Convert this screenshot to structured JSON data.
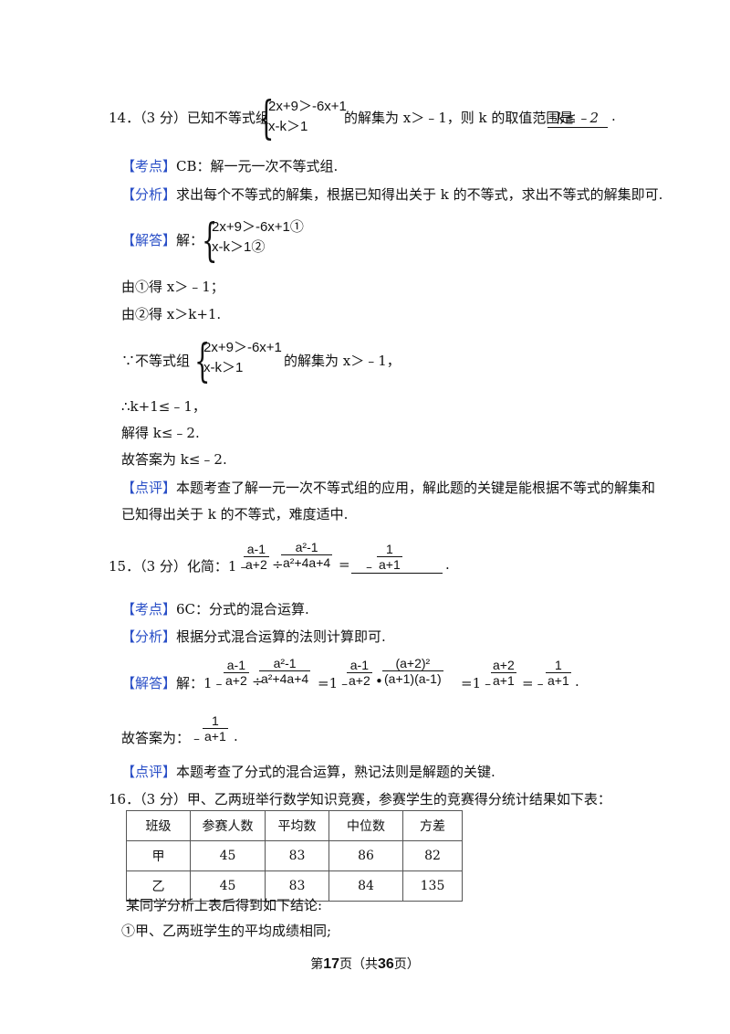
{
  "q14": {
    "number": "14．（3 分）已知不等式组",
    "sys_line1": "2x+9＞-6x+1",
    "sys_line2": "x-k＞1",
    "tail": "的解集为 x＞﹣1，则 k 的取值范围是",
    "answer": "k≤﹣2",
    "end": ".",
    "kaodian_tag": "【考点】",
    "kaodian_text": "CB：解一元一次不等式组.",
    "fenxi_tag": "【分析】",
    "fenxi_text": "求出每个不等式的解集，根据已知得出关于 k 的不等式，求出不等式的解集即可.",
    "jieda_tag": "【解答】",
    "jieda_prefix": "解：",
    "jieda_line1": "2x+9＞-6x+1①",
    "jieda_line2": "x-k＞1②",
    "step1": "由①得 x＞﹣1；",
    "step2": "由②得 x＞k+1.",
    "step3_prefix": "∵不等式组",
    "step3_line1": "2x+9＞-6x+1",
    "step3_line2": "x-k＞1",
    "step3_tail": "的解集为 x＞﹣1，",
    "step4": "∴k+1≤﹣1，",
    "step5": "解得 k≤﹣2.",
    "step6": "故答案为 k≤﹣2.",
    "dianping_tag": "【点评】",
    "dianping_text1": "本题考查了解一元一次不等式组的应用，解此题的关键是能根据不等式的解集和",
    "dianping_text2": "已知得出关于 k 的不等式，难度适中."
  },
  "q15": {
    "number": "15．（3 分）化简：1﹣",
    "f1_num": "a-1",
    "f1_den": "a+2",
    "div": "÷",
    "f2_num": "a²-1",
    "f2_den": "a²+4a+4",
    "eq": "=",
    "answer_minus": "﹣",
    "ans_num": "1",
    "ans_den": "a+1",
    "end": ".",
    "kaodian_tag": "【考点】",
    "kaodian_text": "6C：分式的混合运算.",
    "fenxi_tag": "【分析】",
    "fenxi_text": "根据分式混合运算的法则计算即可.",
    "jieda_tag": "【解答】",
    "jieda_prefix": "解：1﹣",
    "s_f1_num": "a-1",
    "s_f1_den": "a+2",
    "s_div": "÷",
    "s_f2_num": "a²-1",
    "s_f2_den": "a²+4a+4",
    "s_eq1": "=1﹣",
    "s_f3_num": "a-1",
    "s_f3_den": "a+2",
    "s_dot": "•",
    "s_f4_num": "(a+2)²",
    "s_f4_den": "(a+1)(a-1)",
    "s_eq2": "=1﹣",
    "s_f5_num": "a+2",
    "s_f5_den": "a+1",
    "s_eq3": "=﹣",
    "s_f6_num": "1",
    "s_f6_den": "a+1",
    "s_end": ".",
    "final_prefix": "故答案为：﹣",
    "final_num": "1",
    "final_den": "a+1",
    "final_end": ".",
    "dianping_tag": "【点评】",
    "dianping_text": "本题考查了分式的混合运算，熟记法则是解题的关键."
  },
  "q16": {
    "number": "16．（3 分）甲、乙两班举行数学知识竞赛，参赛学生的竞赛得分统计结果如下表：",
    "table": {
      "headers": [
        "班级",
        "参赛人数",
        "平均数",
        "中位数",
        "方差"
      ],
      "rows": [
        [
          "甲",
          "45",
          "83",
          "86",
          "82"
        ],
        [
          "乙",
          "45",
          "83",
          "84",
          "135"
        ]
      ]
    },
    "after": "某同学分析上表后得到如下结论:",
    "conclusion1": "①甲、乙两班学生的平均成绩相同;"
  },
  "footer": {
    "prefix": "第",
    "page": "17",
    "middle": "页（共",
    "total": "36",
    "suffix": "页）"
  }
}
